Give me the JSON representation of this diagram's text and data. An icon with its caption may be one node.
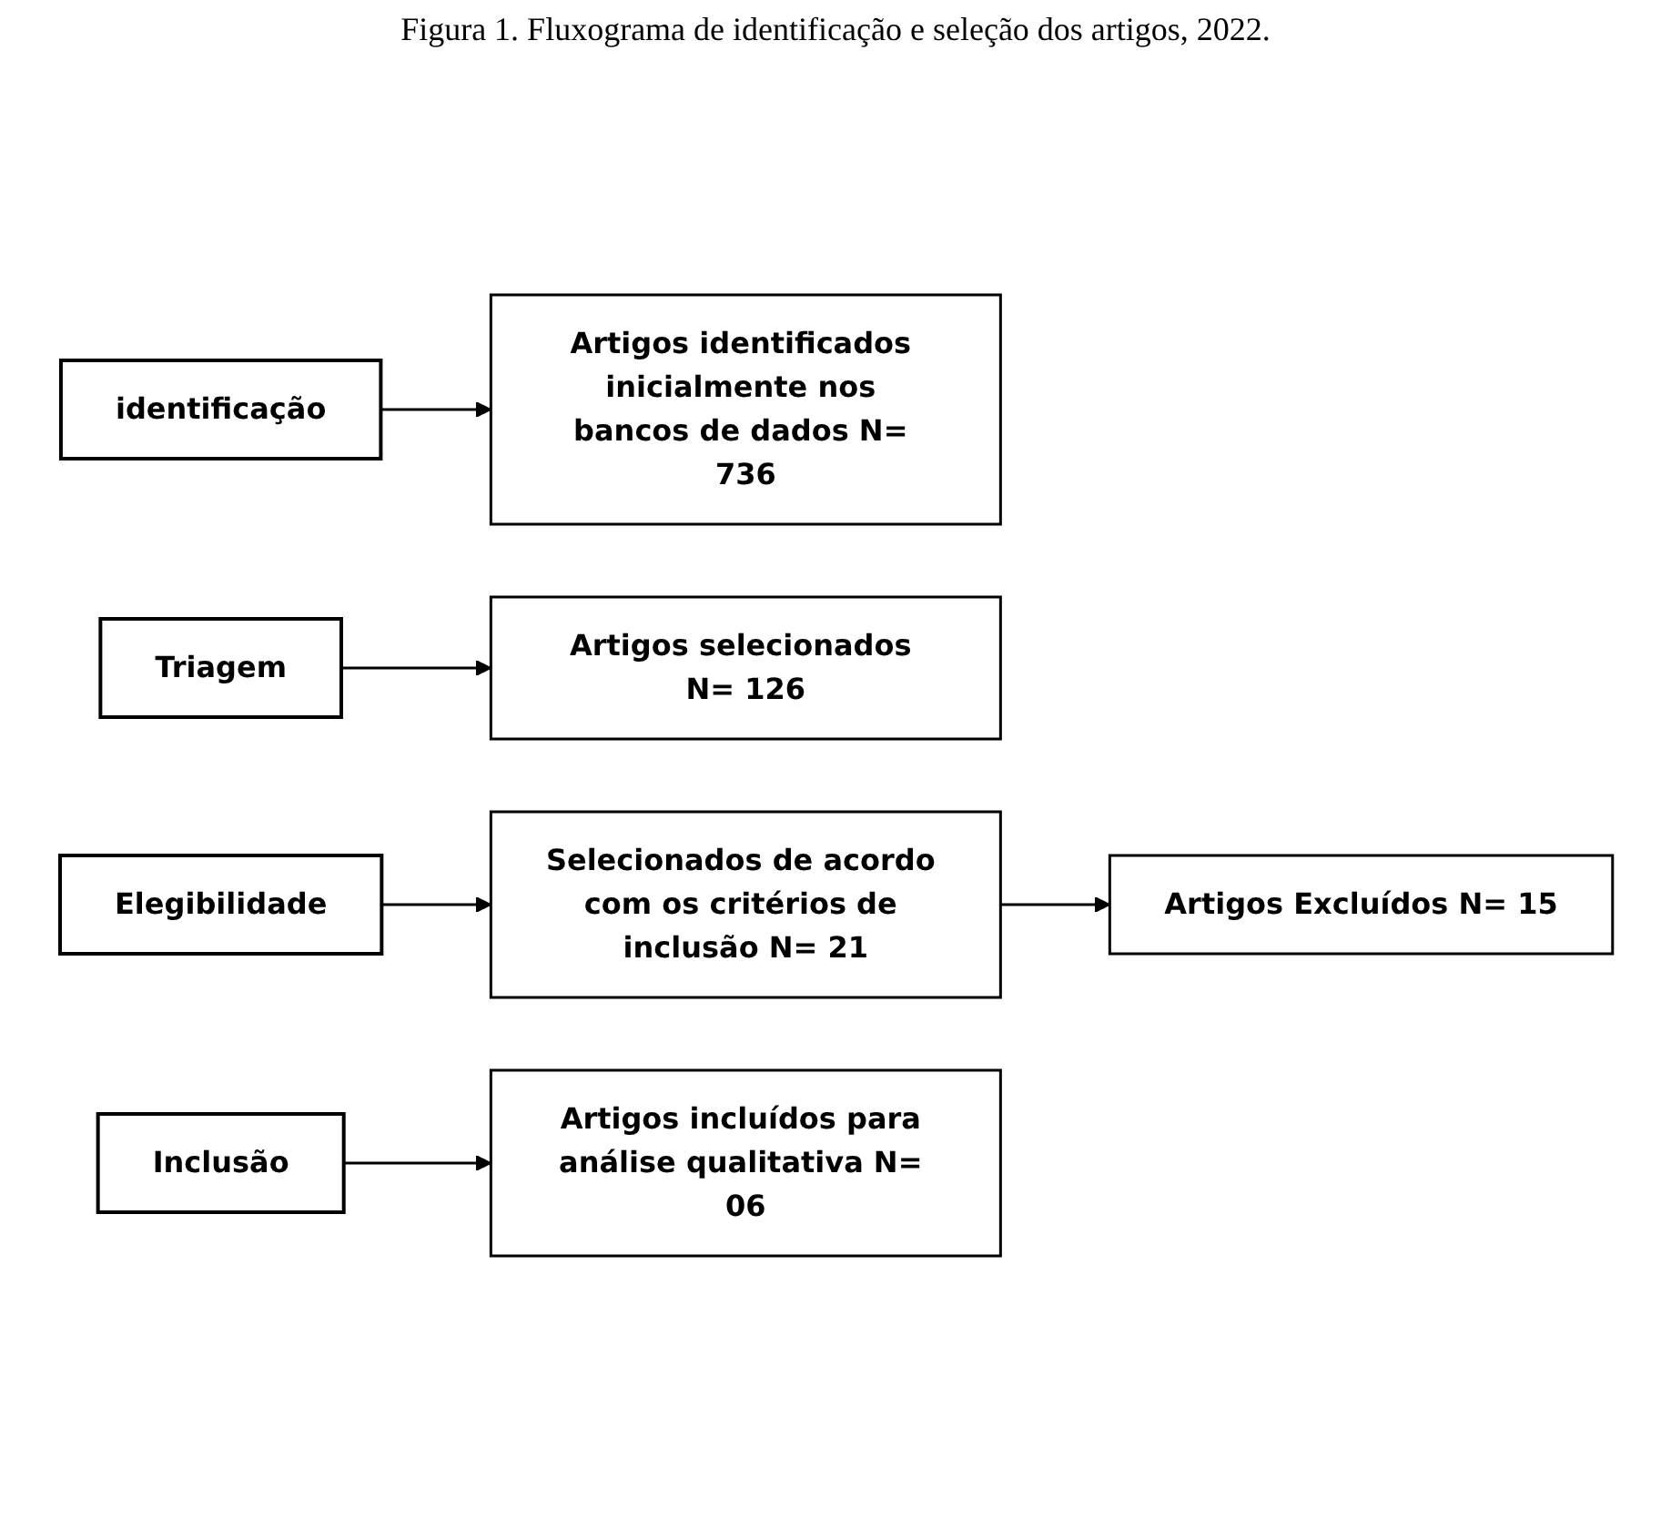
{
  "diagram": {
    "title": "Figura 1. Fluxograma de identificação e seleção dos artigos, 2022.",
    "nodes": [
      {
        "text": [
          "identificação"
        ]
      },
      {
        "text": [
          "Artigos identificados inicialmente nos bancos de dados N= 736"
        ]
      },
      {
        "text": [
          "Triagem"
        ]
      },
      {
        "text": [
          "Artigos selecionados N= 126"
        ]
      },
      {
        "text": [
          "Elegibilidade"
        ]
      },
      {
        "text": [
          "Selecionados de acordo com os critérios de inclusão N= 21"
        ]
      },
      {
        "text": [
          "Artigos Excluídos N=  15"
        ]
      },
      {
        "text": [
          "Inclusão"
        ]
      },
      {
        "text": [
          "Artigos incluídos para análise qualitativa N= 06"
        ]
      }
    ],
    "edges": [
      {
        "from": 0,
        "to": 1,
        "arrow": "to"
      },
      {
        "from": 2,
        "to": 3,
        "arrow": "to"
      },
      {
        "from": 4,
        "to": 5,
        "arrow": "to"
      },
      {
        "from": 5,
        "to": 6,
        "arrow": "to"
      },
      {
        "from": 7,
        "to": 8,
        "arrow": "to"
      }
    ]
  }
}
